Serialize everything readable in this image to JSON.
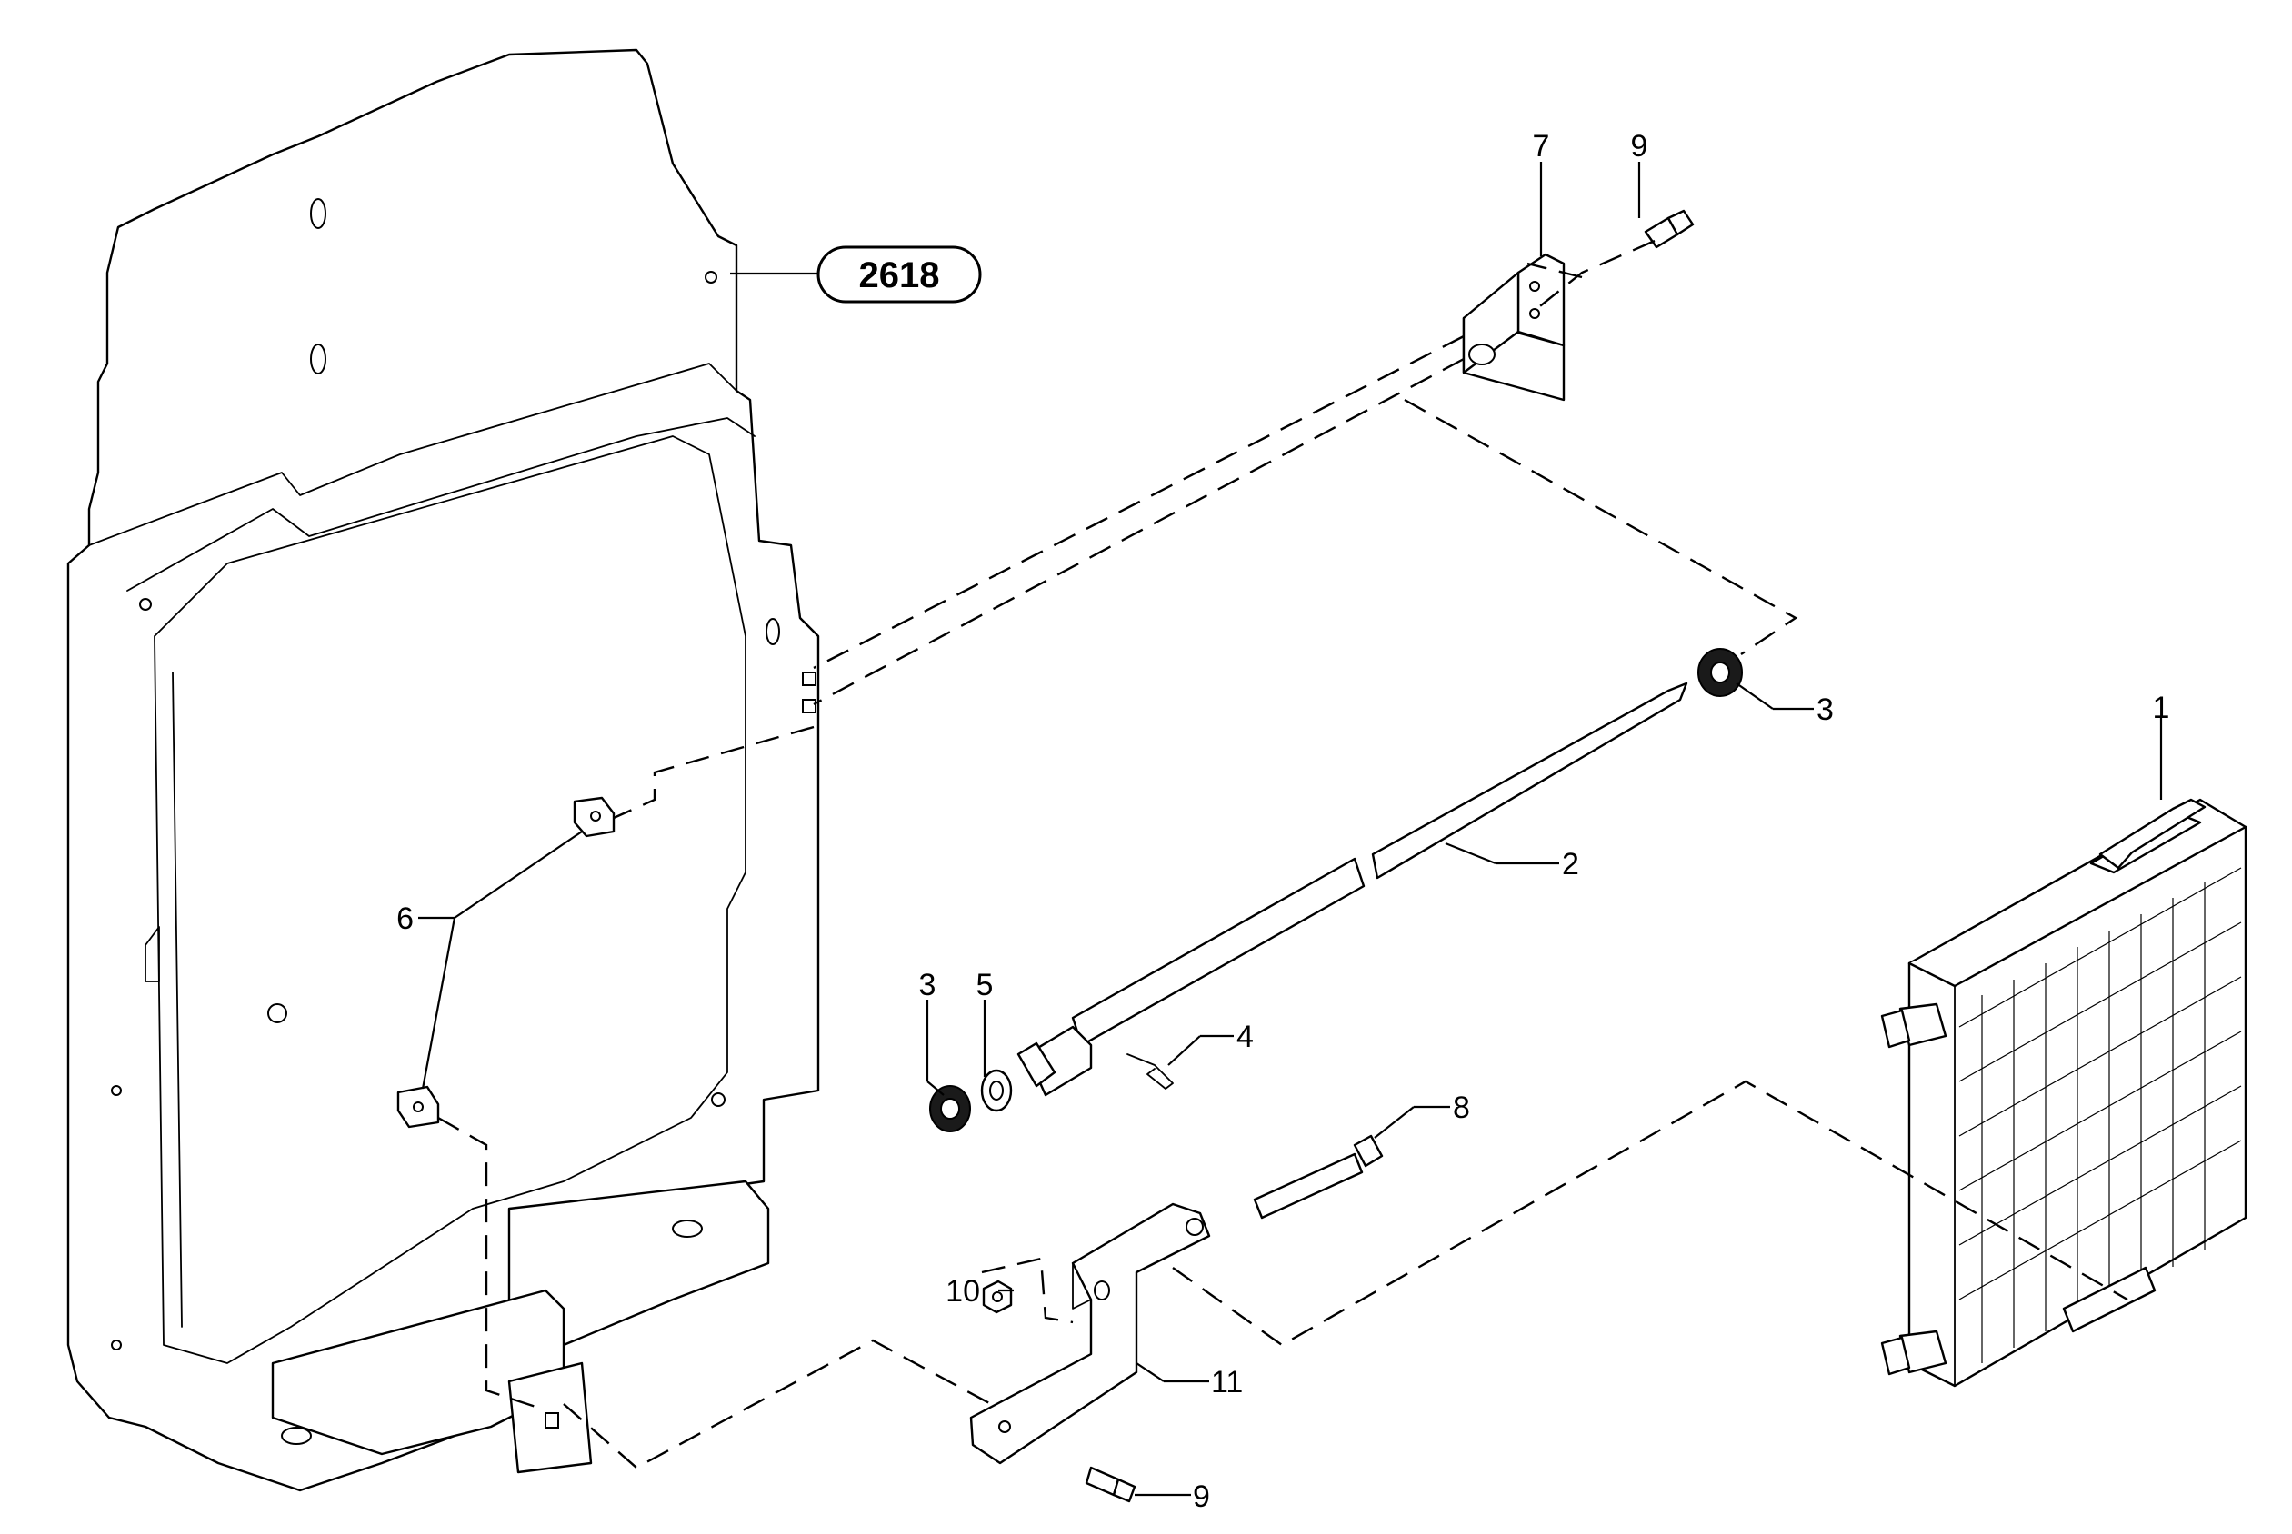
{
  "reference": {
    "label": "2618"
  },
  "callouts": [
    {
      "id": "callout-1",
      "text": "1"
    },
    {
      "id": "callout-2",
      "text": "2"
    },
    {
      "id": "callout-3a",
      "text": "3"
    },
    {
      "id": "callout-3b",
      "text": "3"
    },
    {
      "id": "callout-4",
      "text": "4"
    },
    {
      "id": "callout-5",
      "text": "5"
    },
    {
      "id": "callout-6",
      "text": "6"
    },
    {
      "id": "callout-7",
      "text": "7"
    },
    {
      "id": "callout-8",
      "text": "8"
    },
    {
      "id": "callout-9a",
      "text": "9"
    },
    {
      "id": "callout-9b",
      "text": "9"
    },
    {
      "id": "callout-10",
      "text": "10"
    },
    {
      "id": "callout-11",
      "text": "11"
    }
  ]
}
